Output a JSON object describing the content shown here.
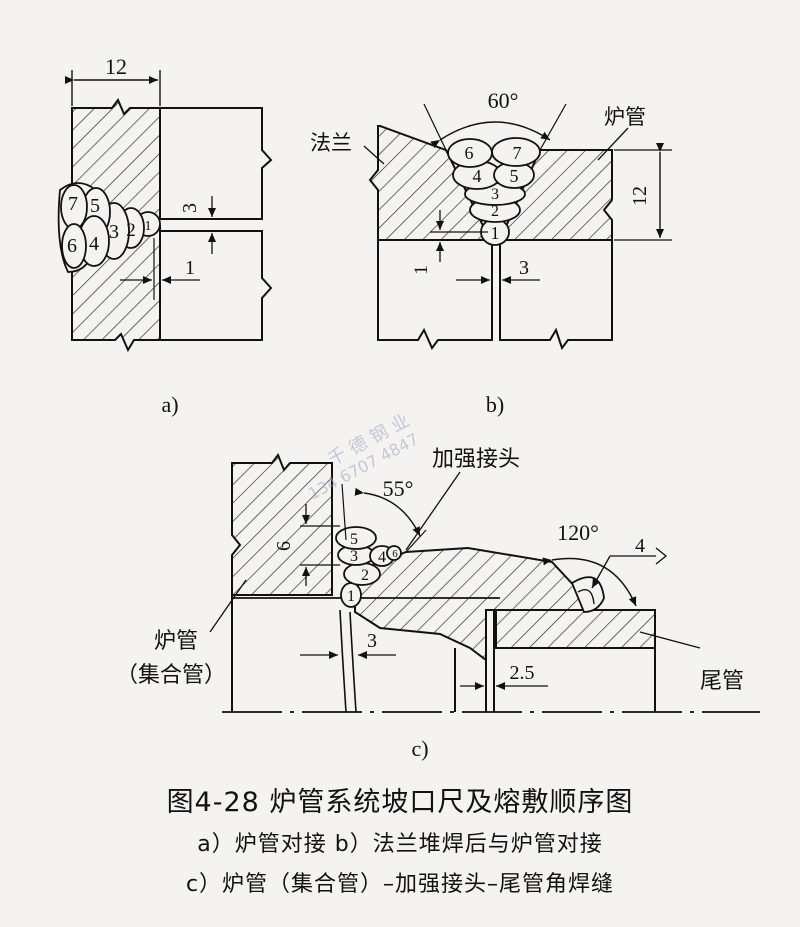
{
  "figure": {
    "title": "图4-28   炉管系统坡口尺及熔敷顺序图",
    "caption_line1": "a）炉管对接   b）法兰堆焊后与炉管对接",
    "caption_line2": "c）炉管（集合管）–加强接头–尾管角焊缝"
  },
  "panel_a": {
    "label": "a)",
    "dim_top": "12",
    "dim_gap": "3",
    "dim_root": "1",
    "passes": [
      "1",
      "2",
      "3",
      "4",
      "5",
      "6",
      "7"
    ]
  },
  "panel_b": {
    "label": "b)",
    "angle": "60°",
    "flange_label": "法兰",
    "tube_label": "炉管",
    "dim_height": "12",
    "dim_gap": "3",
    "dim_root": "1",
    "passes": [
      "1",
      "2",
      "3",
      "4",
      "5",
      "6",
      "7"
    ]
  },
  "panel_c": {
    "label": "c)",
    "angle_left": "55°",
    "angle_right": "120°",
    "reinforce_label": "加强接头",
    "header_label_1": "炉管",
    "header_label_2": "（集合管）",
    "tail_label": "尾管",
    "dim_height": "6",
    "dim_gap": "3",
    "dim_gap2": "2.5",
    "fillet_size": "4",
    "passes": [
      "1",
      "2",
      "3",
      "4",
      "5",
      "6"
    ]
  },
  "watermark": {
    "line1": "千 德 钢 业",
    "line2": "134 6707 4847"
  }
}
